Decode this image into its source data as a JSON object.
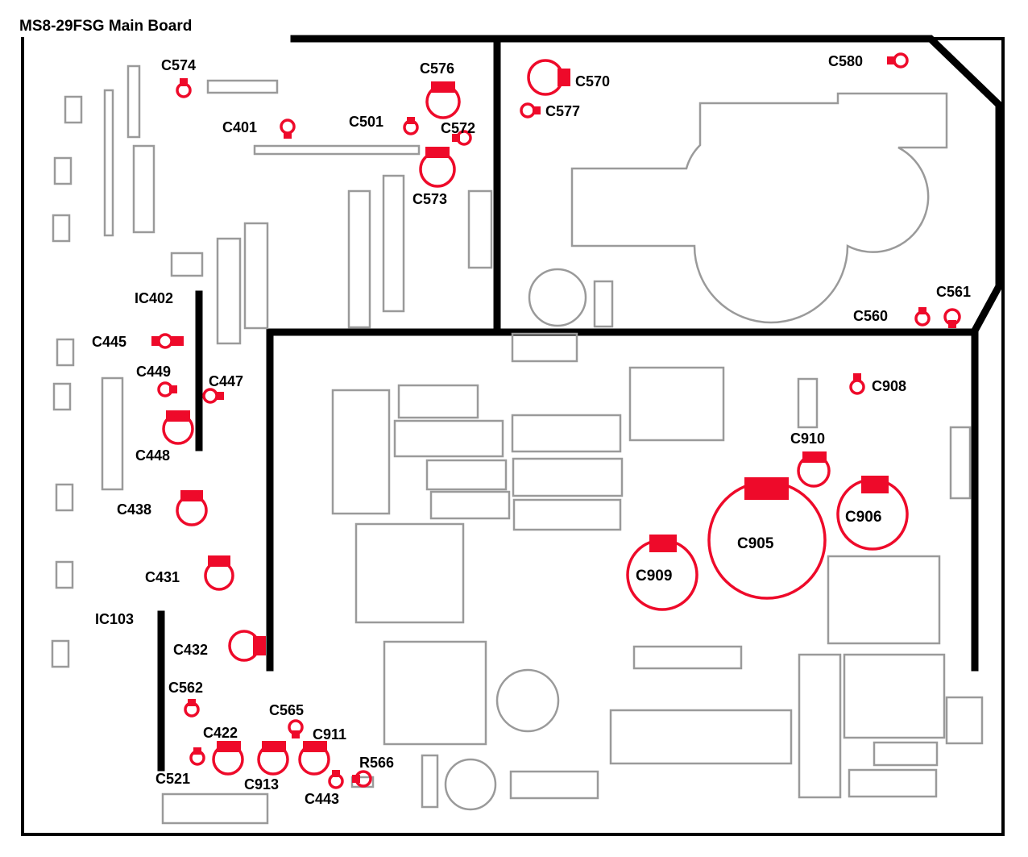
{
  "title": "MS8-29FSG Main Board",
  "colors": {
    "capacitor": "#ee0a2a",
    "outline": "#9a9a9a",
    "wall": "#000000"
  },
  "labels": {
    "C574": "C574",
    "C576": "C576",
    "C401": "C401",
    "C501": "C501",
    "C572": "C572",
    "C573": "C573",
    "C570": "C570",
    "C577": "C577",
    "C580": "C580",
    "C561": "C561",
    "C560": "C560",
    "IC402": "IC402",
    "C445": "C445",
    "C449": "C449",
    "C447": "C447",
    "C448": "C448",
    "C438": "C438",
    "C431": "C431",
    "IC103": "IC103",
    "C432": "C432",
    "C562": "C562",
    "C565": "C565",
    "C422": "C422",
    "C911": "C911",
    "R566": "R566",
    "C521": "C521",
    "C913": "C913",
    "C443": "C443",
    "C908": "C908",
    "C910": "C910",
    "C906": "C906",
    "C905": "C905",
    "C909": "C909"
  }
}
